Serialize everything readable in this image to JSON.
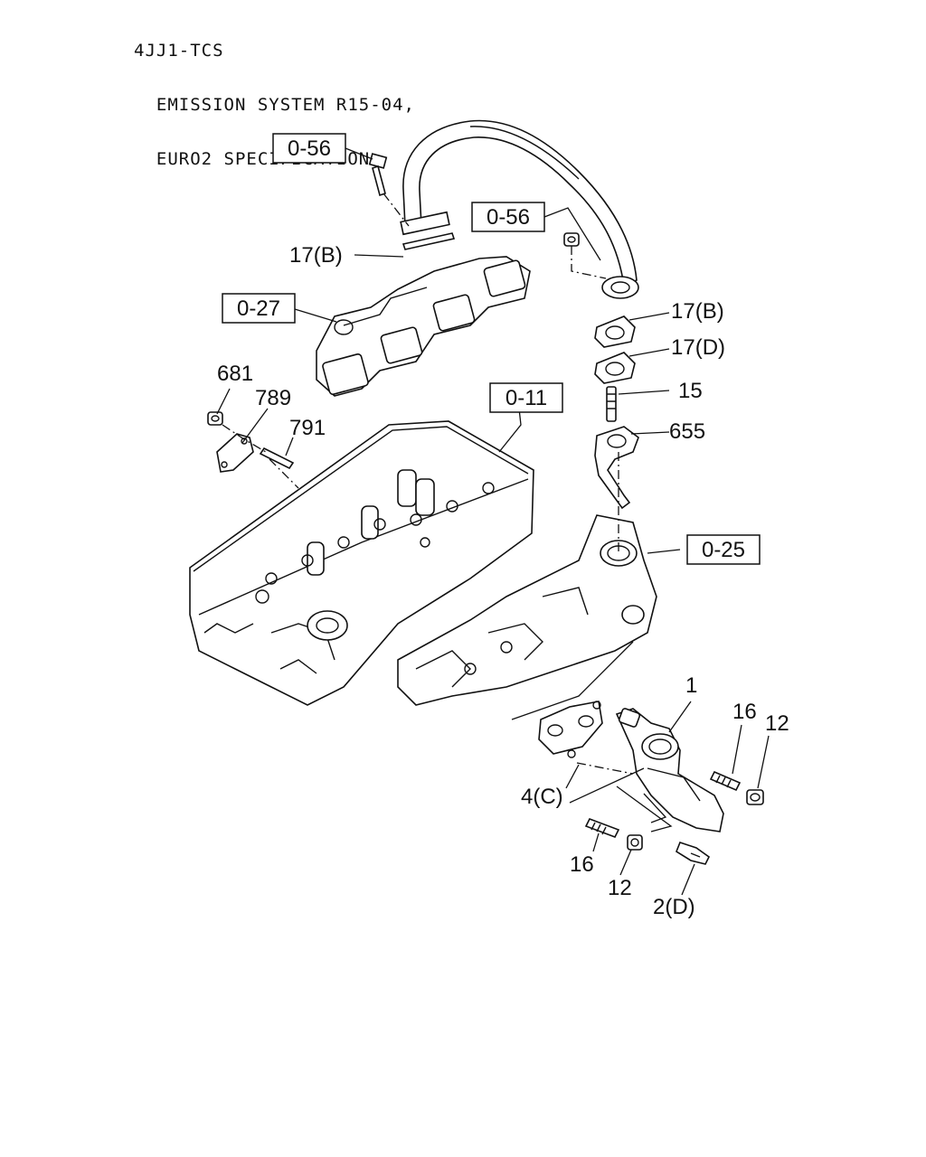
{
  "header": {
    "line1": "4JJ1-TCS",
    "line2": "  EMISSION SYSTEM R15-04,",
    "line3": "  EURO2 SPECIFICATION"
  },
  "refs": {
    "ref_0_56_top": "0-56",
    "ref_0_56_mid": "0-56",
    "ref_0_27": "0-27",
    "ref_0_11": "0-11",
    "ref_0_25": "0-25"
  },
  "labels": {
    "l_17b_left": "17(B)",
    "l_17b_right": "17(B)",
    "l_17d": "17(D)",
    "l_15": "15",
    "l_655": "655",
    "l_681": "681",
    "l_789": "789",
    "l_791": "791",
    "l_1": "1",
    "l_16_right": "16",
    "l_12_right": "12",
    "l_4c": "4(C)",
    "l_16_left": "16",
    "l_12_left": "12",
    "l_2d": "2(D)"
  }
}
